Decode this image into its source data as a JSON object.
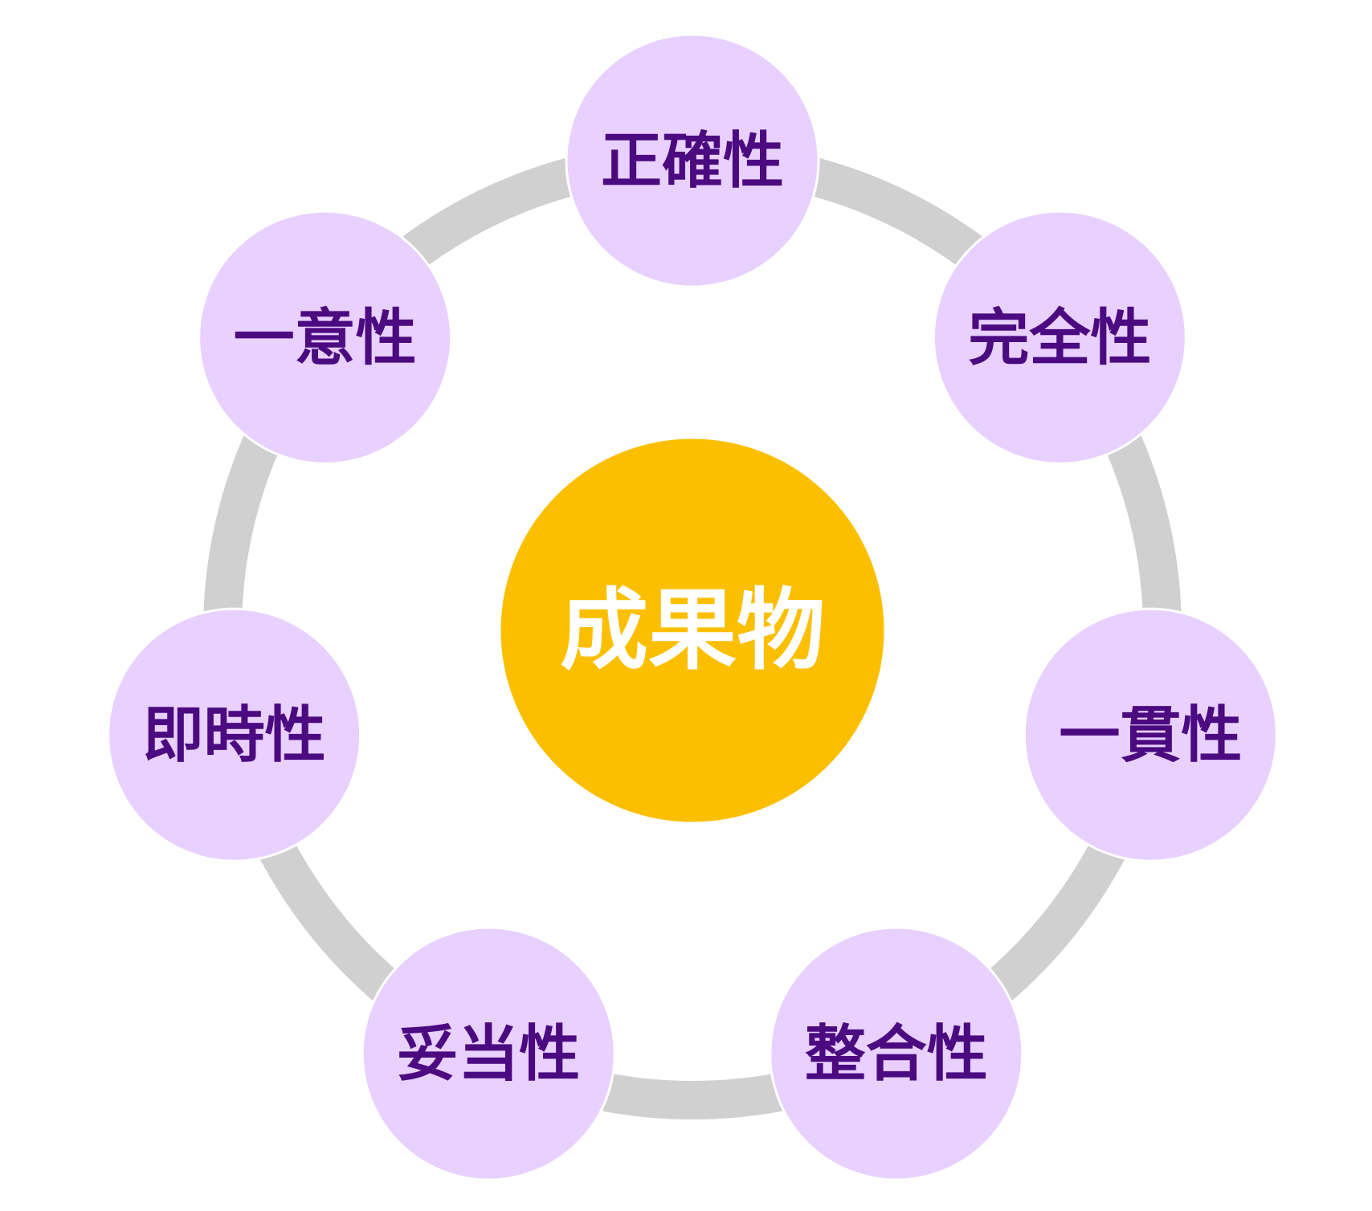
{
  "colors": {
    "background": "#ffffff",
    "ring": "#d0d0d0",
    "node_fill": "#e8d0ff",
    "node_text": "#4b0a80",
    "center_fill": "#fcbf00",
    "center_text": "#ffffff"
  },
  "center": {
    "label": "成果物"
  },
  "nodes": [
    {
      "label": "正確性"
    },
    {
      "label": "完全性"
    },
    {
      "label": "一貫性"
    },
    {
      "label": "整合性"
    },
    {
      "label": "妥当性"
    },
    {
      "label": "即時性"
    },
    {
      "label": "一意性"
    }
  ]
}
